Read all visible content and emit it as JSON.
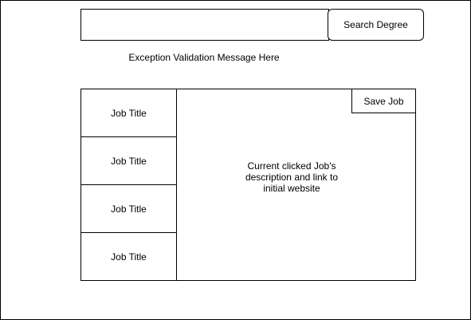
{
  "search": {
    "value": "",
    "placeholder": "",
    "button_label": "Search Degree"
  },
  "validation": {
    "message": "Exception Validation Message Here"
  },
  "job_list": {
    "items": [
      {
        "label": "Job Title"
      },
      {
        "label": "Job Title"
      },
      {
        "label": "Job Title"
      },
      {
        "label": "Job Title"
      }
    ]
  },
  "detail": {
    "save_label": "Save Job",
    "description": "Current clicked Job's\ndescription and link to\ninitial website"
  }
}
